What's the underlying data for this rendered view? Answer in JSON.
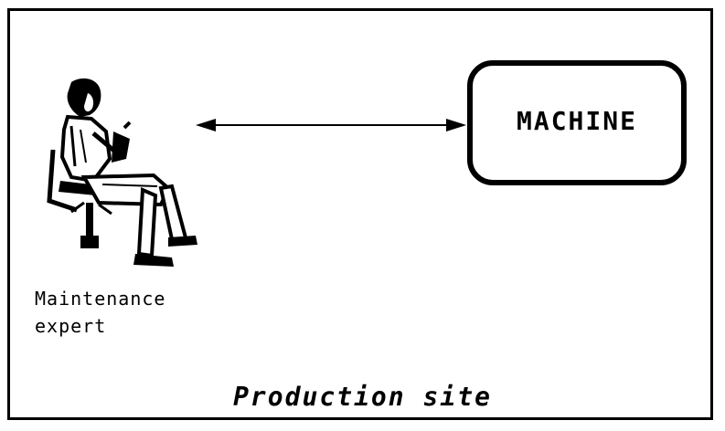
{
  "diagram": {
    "person": {
      "label_line1": "Maintenance",
      "label_line2": "expert",
      "icon": "seated-technician-icon"
    },
    "connector": {
      "direction": "bidirectional",
      "icon": "double-arrow-icon"
    },
    "machine": {
      "label": "MACHINE"
    },
    "site": {
      "label": "Production site"
    }
  }
}
